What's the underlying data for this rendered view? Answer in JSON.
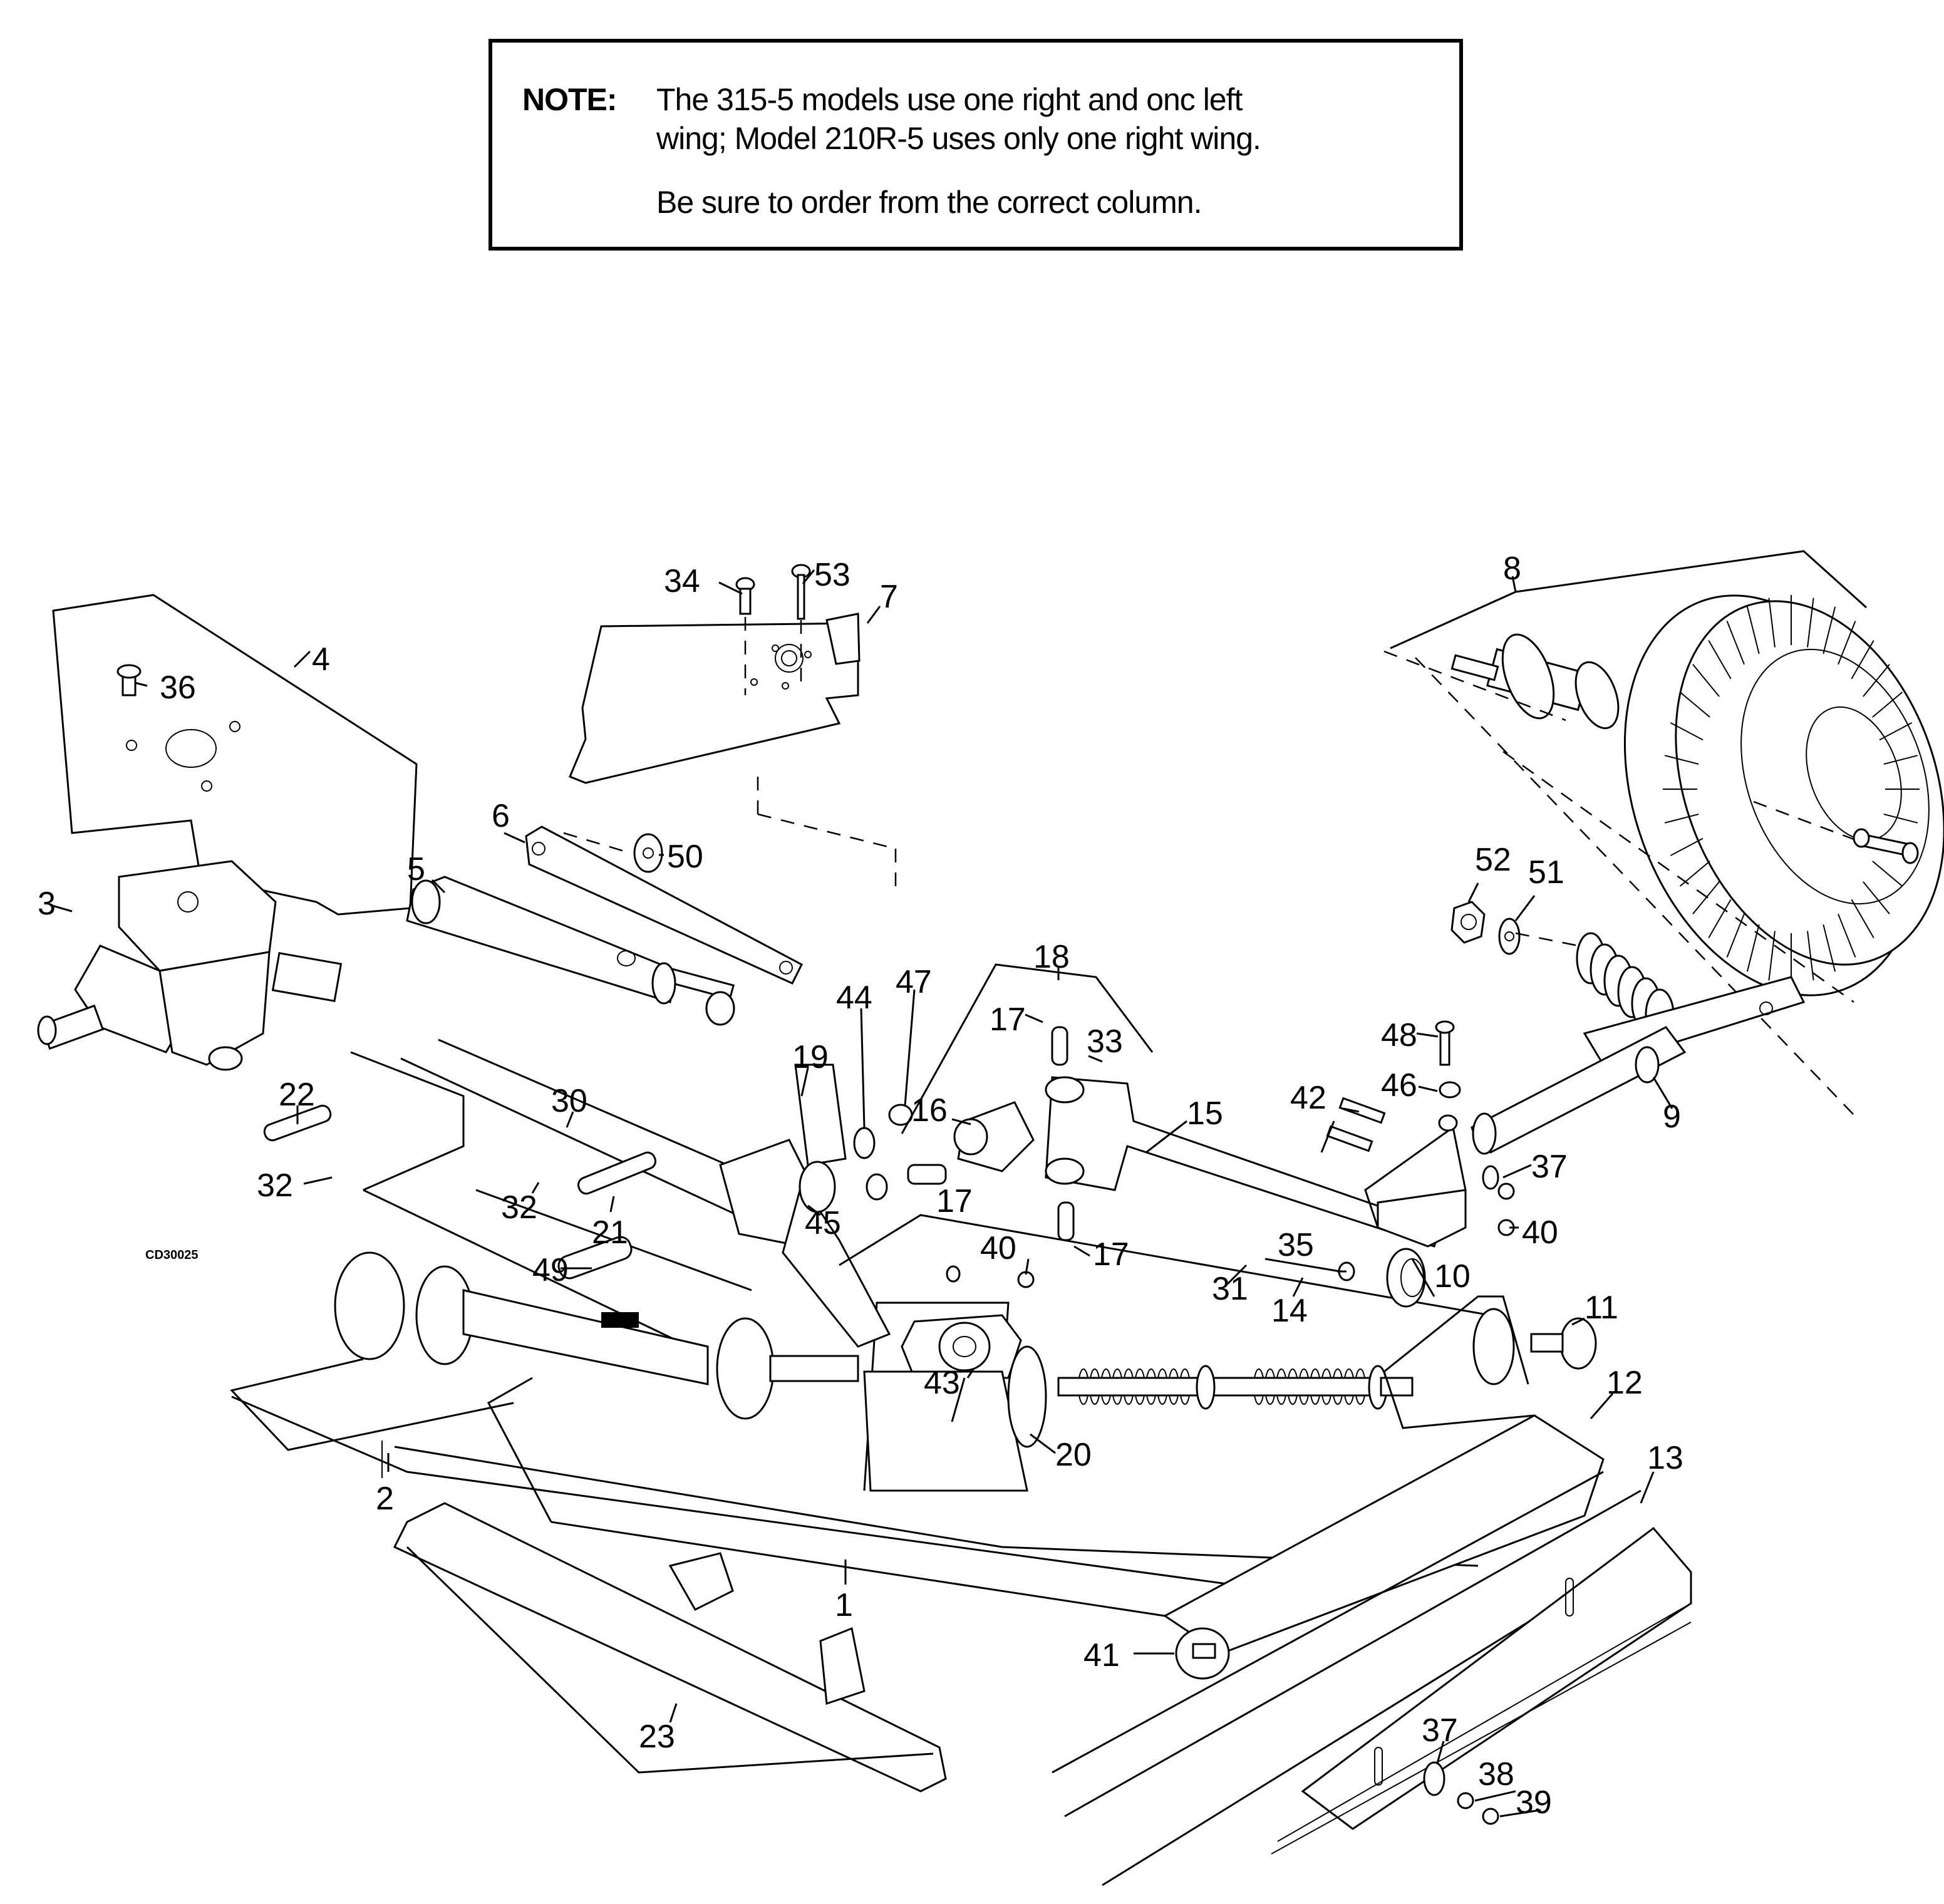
{
  "note": {
    "label": "NOTE:",
    "line1": "The 315-5 models use one right and onc left",
    "line2": "wing; Model 210R-5 uses only one right wing.",
    "line3": "Be sure to order from the correct column."
  },
  "diagram_code": "CD30025",
  "parts": [
    {
      "id": "p34",
      "label": "34"
    },
    {
      "id": "p53",
      "label": "53"
    },
    {
      "id": "p7",
      "label": "7"
    },
    {
      "id": "p4",
      "label": "4"
    },
    {
      "id": "p36",
      "label": "36"
    },
    {
      "id": "p8",
      "label": "8"
    },
    {
      "id": "p6",
      "label": "6"
    },
    {
      "id": "p50",
      "label": "50"
    },
    {
      "id": "p52",
      "label": "52"
    },
    {
      "id": "p51",
      "label": "51"
    },
    {
      "id": "p3",
      "label": "3"
    },
    {
      "id": "p5",
      "label": "5"
    },
    {
      "id": "p18",
      "label": "18"
    },
    {
      "id": "p47",
      "label": "47"
    },
    {
      "id": "p44",
      "label": "44"
    },
    {
      "id": "p17a",
      "label": "17"
    },
    {
      "id": "p33",
      "label": "33"
    },
    {
      "id": "p19",
      "label": "19"
    },
    {
      "id": "p48",
      "label": "48"
    },
    {
      "id": "p16",
      "label": "16"
    },
    {
      "id": "p9",
      "label": "9"
    },
    {
      "id": "p46",
      "label": "46"
    },
    {
      "id": "p22",
      "label": "22"
    },
    {
      "id": "p30",
      "label": "30"
    },
    {
      "id": "p42",
      "label": "42"
    },
    {
      "id": "p15",
      "label": "15"
    },
    {
      "id": "p37a",
      "label": "37"
    },
    {
      "id": "p32a",
      "label": "32"
    },
    {
      "id": "p32b",
      "label": "32"
    },
    {
      "id": "p45",
      "label": "45"
    },
    {
      "id": "p17b",
      "label": "17"
    },
    {
      "id": "p21",
      "label": "21"
    },
    {
      "id": "p40a",
      "label": "40"
    },
    {
      "id": "p17c",
      "label": "17"
    },
    {
      "id": "p49",
      "label": "49"
    },
    {
      "id": "p40b",
      "label": "40"
    },
    {
      "id": "p35",
      "label": "35"
    },
    {
      "id": "p31",
      "label": "31"
    },
    {
      "id": "p14",
      "label": "14"
    },
    {
      "id": "p10",
      "label": "10"
    },
    {
      "id": "p11",
      "label": "11"
    },
    {
      "id": "p43",
      "label": "43"
    },
    {
      "id": "p20",
      "label": "20"
    },
    {
      "id": "p12",
      "label": "12"
    },
    {
      "id": "p2",
      "label": "2"
    },
    {
      "id": "p13",
      "label": "13"
    },
    {
      "id": "p1",
      "label": "1"
    },
    {
      "id": "p41",
      "label": "41"
    },
    {
      "id": "p23",
      "label": "23"
    },
    {
      "id": "p37b",
      "label": "37"
    },
    {
      "id": "p38",
      "label": "38"
    },
    {
      "id": "p39",
      "label": "39"
    }
  ]
}
